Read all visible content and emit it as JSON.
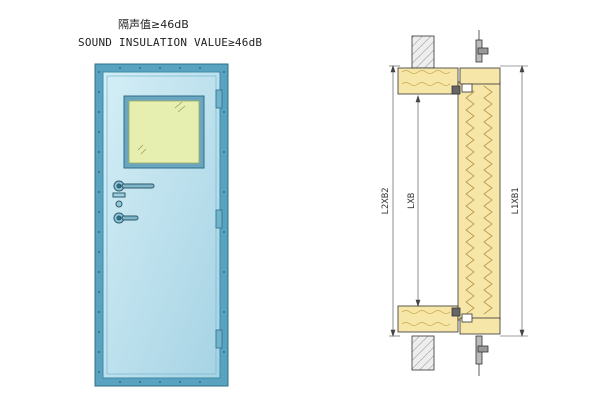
{
  "caption": {
    "chinese": "隔声值≥46dB",
    "english": "SOUND INSULATION VALUE≥46dB"
  },
  "dimensions": {
    "outer_frame": "L2XB2",
    "opening": "LXB",
    "door_leaf": "L1XB1"
  },
  "colors": {
    "door_panel": "#c2e3ee",
    "door_frame": "#5aa3c0",
    "window_glass": "#e6eeb0",
    "insulation": "#f6e6a8",
    "wall_hatch": "#d9d9d9"
  }
}
